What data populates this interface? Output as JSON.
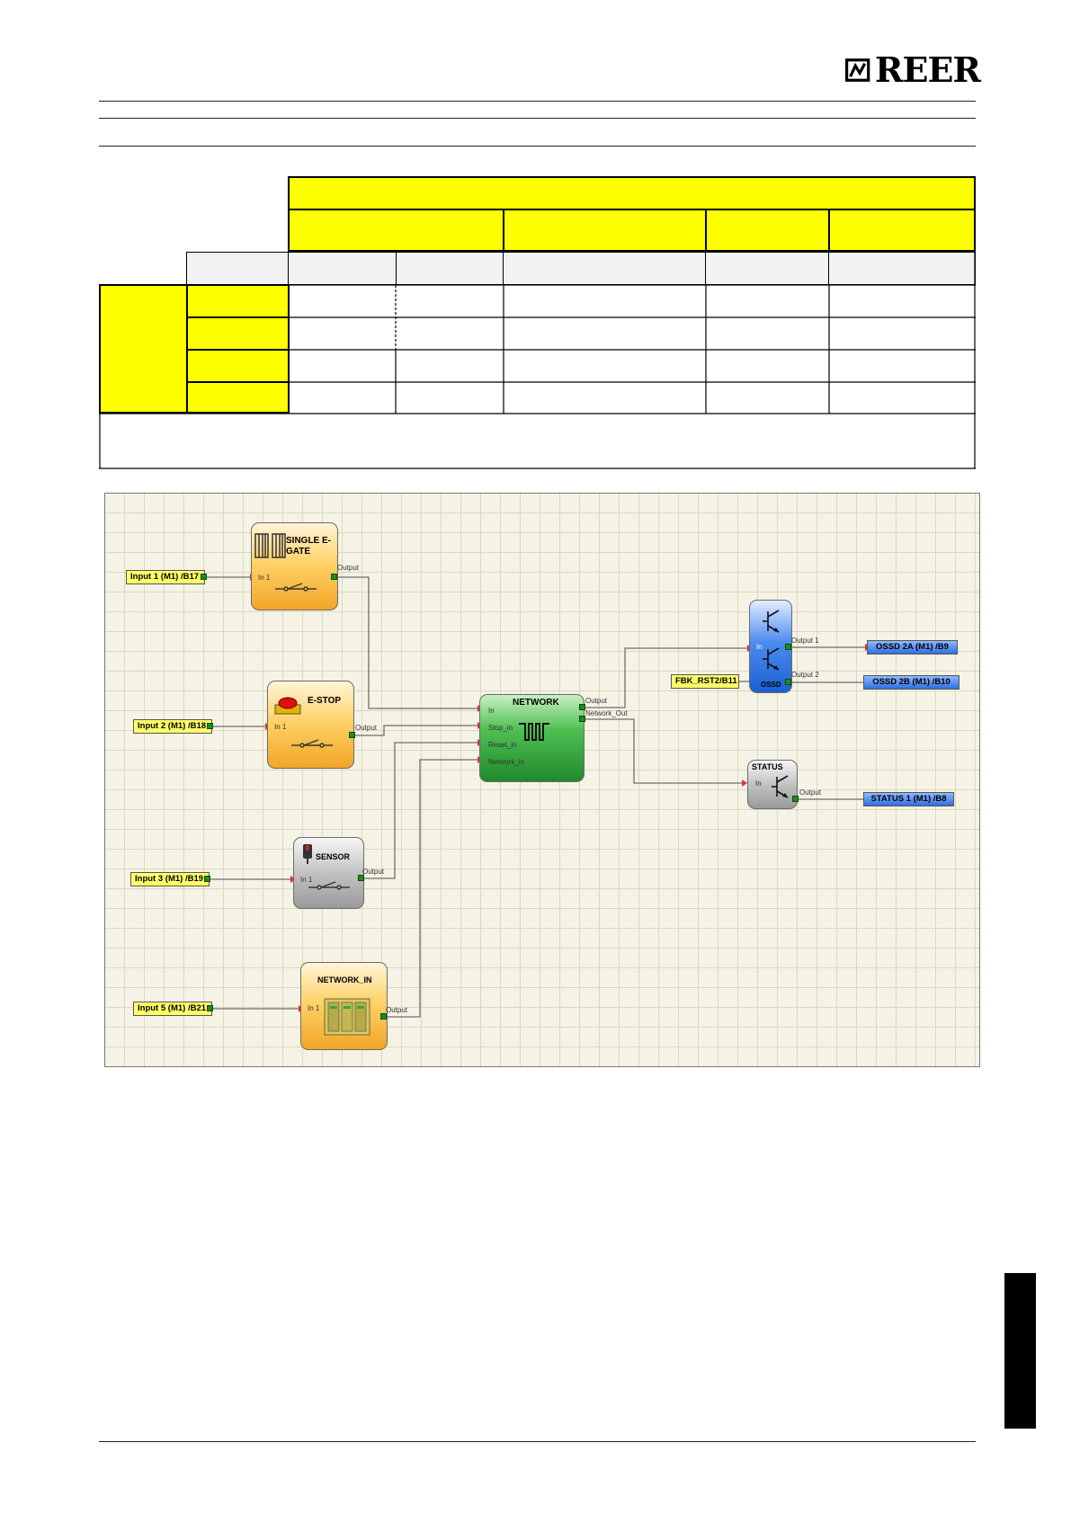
{
  "logo": {
    "text": "REER"
  },
  "diagram": {
    "inputs": [
      {
        "label": "Input 1 (M1) /B17"
      },
      {
        "label": "Input 2 (M1) /B18"
      },
      {
        "label": "Input 3 (M1) /B19"
      },
      {
        "label": "Input 5 (M1) /B21"
      },
      {
        "label": "FBK_RST2/B11"
      }
    ],
    "outputs": [
      {
        "label": "OSSD 2A (M1) /B9"
      },
      {
        "label": "OSSD 2B (M1) /B10"
      },
      {
        "label": "STATUS 1 (M1) /B8"
      }
    ],
    "blocks": {
      "egate": {
        "title1": "SINGLE E-",
        "title2": "GATE",
        "in": "In 1",
        "out": "Output"
      },
      "estop": {
        "title": "E-STOP",
        "in": "In 1",
        "out": "Output"
      },
      "sensor": {
        "title": "SENSOR",
        "in": "In 1",
        "out": "Output"
      },
      "network_in": {
        "title": "NETWORK_IN",
        "in": "In 1",
        "out": "Output"
      },
      "network": {
        "title": "NETWORK",
        "in": "In",
        "stop": "Stop_in",
        "reset": "Reset_in",
        "netin": "Network_in",
        "out": "Output",
        "netout": "Network_Out"
      },
      "ossd": {
        "title": "OSSD",
        "in": "In",
        "out1": "Output 1",
        "out2": "Output 2"
      },
      "status": {
        "title": "STATUS",
        "in": "In",
        "out": "Output"
      }
    }
  },
  "colors": {
    "input_tag": "#ffff66",
    "output_tag": "#2f6fe0",
    "table_header": "#ffff00"
  }
}
